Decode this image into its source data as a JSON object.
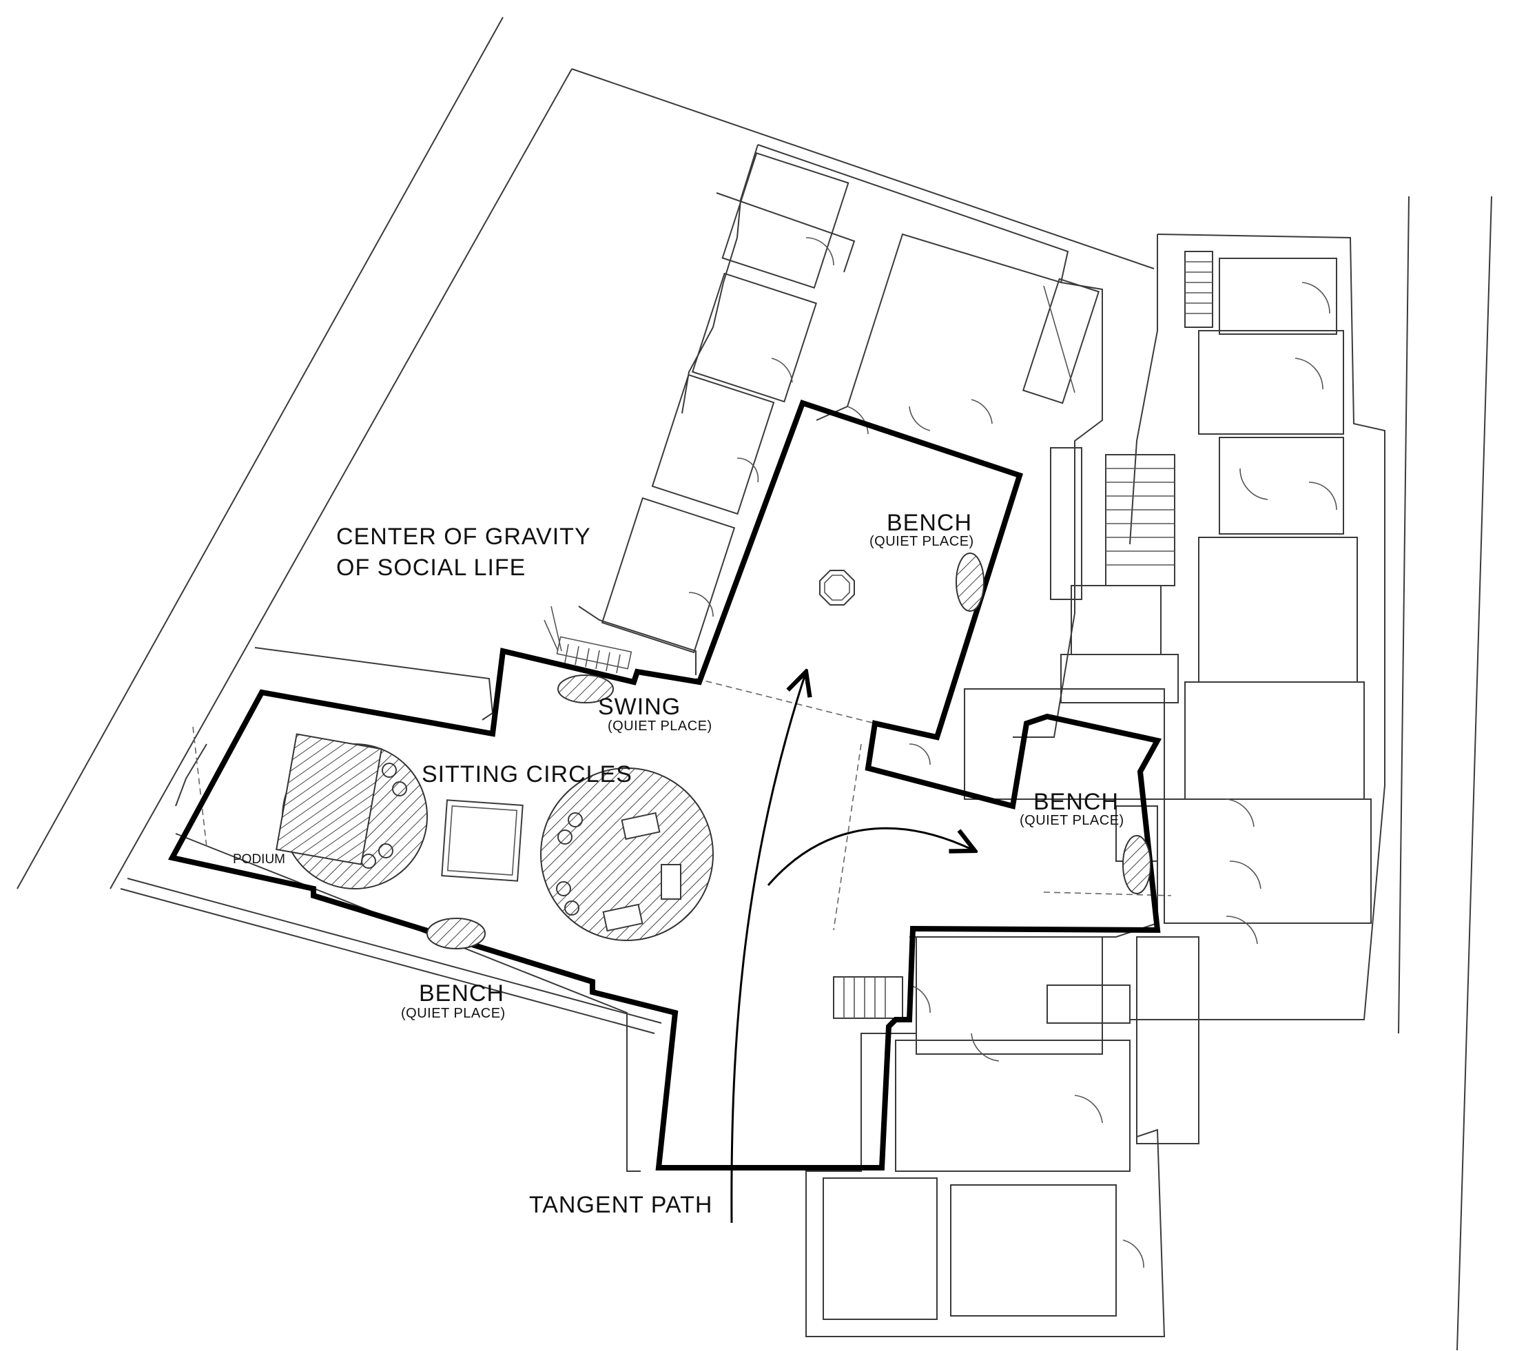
{
  "labels": {
    "center_gravity_line1": "CENTER OF GRAVITY",
    "center_gravity_line2": "OF SOCIAL LIFE",
    "bench_top": "BENCH",
    "bench_top_sub": "(QUIET PLACE)",
    "swing": "SWING",
    "swing_sub": "(QUIET PLACE)",
    "sitting_circles": "SITTING CIRCLES",
    "podium": "PODIUM",
    "bench_right": "BENCH",
    "bench_right_sub": "(QUIET PLACE)",
    "bench_bottom": "BENCH",
    "bench_bottom_sub": "(QUIET PLACE)",
    "tangent_path": "TANGENT PATH"
  }
}
